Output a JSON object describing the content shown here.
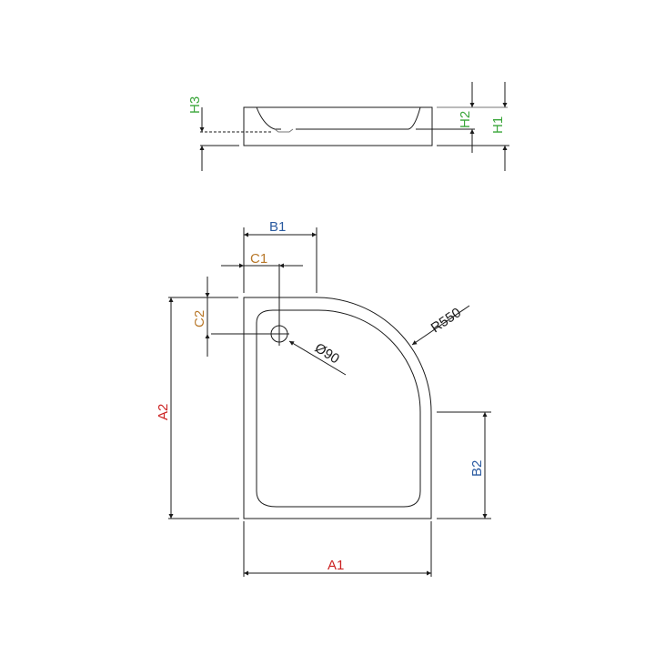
{
  "diagram": {
    "title": "Quarter-round shower tray technical drawing",
    "colors": {
      "line": "#1a1a1a",
      "height_labels": "#3aa63a",
      "width_labels": "#2a5aa0",
      "overall_labels": "#cc2222",
      "drain_labels": "#b8782a"
    },
    "side_view": {
      "labels": {
        "h1": "H1",
        "h2": "H2",
        "h3": "H3"
      }
    },
    "plan_view": {
      "labels": {
        "a1": "A1",
        "a2": "A2",
        "b1": "B1",
        "b2": "B2",
        "c1": "C1",
        "c2": "C2",
        "radius": "R550",
        "drain_diameter": "Ø90"
      }
    }
  }
}
